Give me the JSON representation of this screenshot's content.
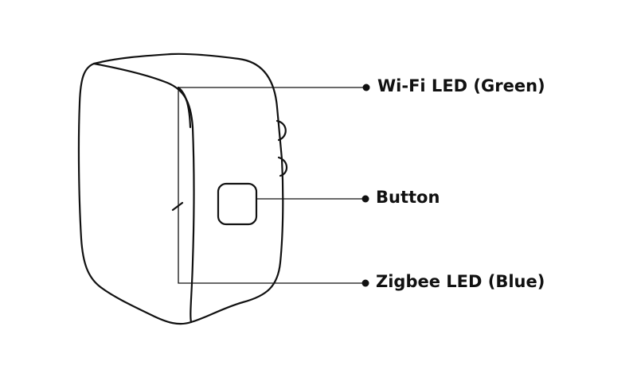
{
  "labels": {
    "wifi_led": "Wi-Fi LED (Green)",
    "button": "Button",
    "zigbee_led": "Zigbee LED (Blue)"
  },
  "colors": {
    "line": "#111111",
    "background": "#ffffff"
  }
}
